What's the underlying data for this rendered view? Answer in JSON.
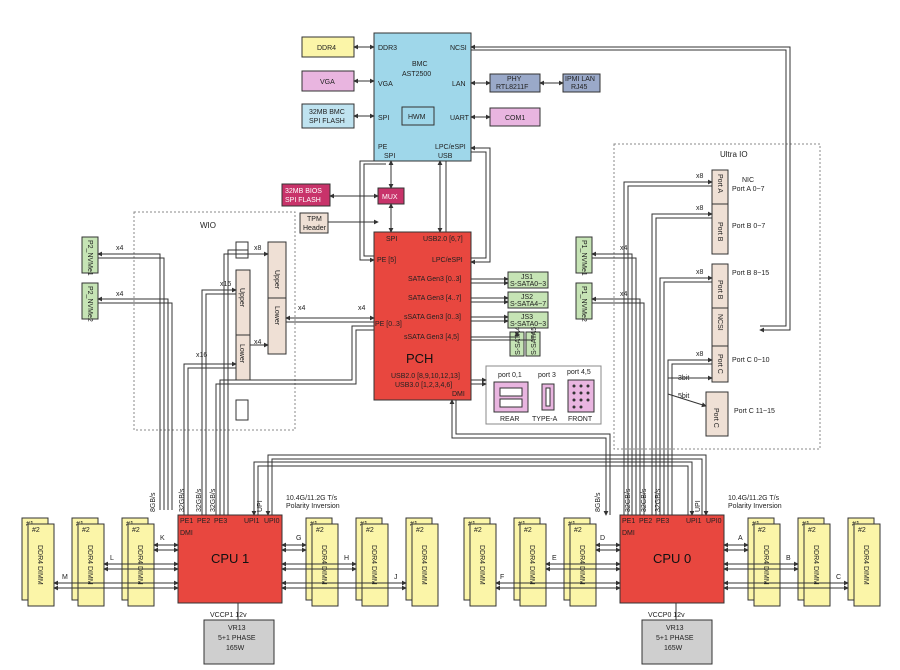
{
  "bmc": {
    "title": "BMC",
    "model": "AST2500",
    "ddr3": "DDR3",
    "vga": "VGA",
    "spi": "SPI",
    "pe": "PE",
    "spi_bottom": "SPI",
    "usb": "USB",
    "ncsi": "NCSI",
    "lan": "LAN",
    "uart": "UART",
    "lpc": "LPC/eSPI",
    "hwm": "HWM"
  },
  "bmc_periph": {
    "ddr4": "DDR4",
    "vga": "VGA",
    "flash1": "32MB BMC",
    "flash2": "SPI FLASH",
    "phy1": "PHY",
    "phy2": "RTL8211F",
    "ipmi1": "IPMI LAN",
    "ipmi2": "RJ45",
    "com1": "COM1"
  },
  "bios": {
    "l1": "32MB BIOS",
    "l2": "SPI FLASH",
    "mux": "MUX",
    "tpm1": "TPM",
    "tpm2": "Header"
  },
  "pch": {
    "title": "PCH",
    "spi": "SPI",
    "pe5": "PE [5]",
    "pe03": "PE [0..3]",
    "usb20": "USB2.0 [6,7]",
    "lpc": "LPC/eSPI",
    "sata1": "SATA Gen3 [0..3]",
    "sata2": "SATA Gen3 [4..7]",
    "ssata1": "sSATA Gen3 [0..3]",
    "ssata2": "sSATA Gen3 [4,5]",
    "usb20b": "USB2.0 [8,9,10,12,13]",
    "usb30": "USB3.0 [1,2,3,4,6]",
    "dmi": "DMI"
  },
  "js": {
    "js1": "JS1",
    "js1s": "S-SATA0~3",
    "js2": "JS2",
    "js2s": "S-SATA4~7",
    "js3": "JS3",
    "js3s": "S-SATA0~3",
    "s4": "S-SATA4",
    "s5": "S-SATA5"
  },
  "usb_ports": {
    "p01": "port 0,1",
    "p3": "port 3",
    "p45": "port 4,5",
    "rear": "REAR",
    "typea": "TYPE-A",
    "front": "FRONT"
  },
  "wio": {
    "title": "WIO",
    "upper": "Upper",
    "lower": "Lower",
    "x16a": "x16",
    "x16b": "x16",
    "x8": "x8",
    "x4a": "x4",
    "x4b": "x4",
    "x4c": "x4"
  },
  "nvme_left": {
    "p2n1": "P2_NVMe1",
    "p2n2": "P2_NVMe2",
    "x4a": "x4",
    "x4b": "x4"
  },
  "nvme_right": {
    "p1n1": "P1_NVMe1",
    "p1n2": "P1_NVMe2",
    "x4a": "x4",
    "x4b": "x4"
  },
  "ultra": {
    "title": "Ultra IO",
    "nic": "NIC",
    "porta": "Port A",
    "portb": "Port B",
    "portb2": "Port B",
    "ncsi": "NCSI",
    "portc": "Port C",
    "portc2": "Port C",
    "porta_r": "Port A 0~7",
    "portb_r": "Port B 0~7",
    "portb2_r": "Port B 8~15",
    "portc_r": "Port C 0~10",
    "portc2_r": "Port C 11~15",
    "x8a": "x8",
    "x8b": "x8",
    "x8c": "x8",
    "x8d": "x8",
    "b3": "3bit",
    "b5": "5bit"
  },
  "cpu1": {
    "title": "CPU 1",
    "pe1": "PE1",
    "pe2": "PE2",
    "pe3": "PE3",
    "upi1": "UPI1",
    "upi0": "UPI0",
    "dmi": "DMI",
    "g8": "8GB/s",
    "g32a": "32GB/s",
    "g32b": "32GB/s",
    "g32c": "32GB/s",
    "upi_label": "UPI",
    "speed": "10.4G/11.2G T/s",
    "polarity": "Polarity Inversion",
    "ch_k": "K",
    "ch_l": "L",
    "ch_m": "M",
    "ch_g": "G",
    "ch_h": "H",
    "ch_j": "J",
    "vr1": "VCCP1  12v",
    "vr2": "VR13",
    "vr3": "5+1 PHASE",
    "vr4": "165W"
  },
  "cpu0": {
    "title": "CPU 0",
    "pe1": "PE1",
    "pe2": "PE2",
    "pe3": "PE3",
    "upi1": "UPI1",
    "upi0": "UPI0",
    "dmi": "DMI",
    "g8": "8GB/s",
    "g32a": "32GB/s",
    "g32b": "32GB/s",
    "g32c": "32GB/s",
    "upi_label": "UPI",
    "speed": "10.4G/11.2G T/s",
    "polarity": "Polarity Inversion",
    "ch_d": "D",
    "ch_e": "E",
    "ch_f": "F",
    "ch_a": "A",
    "ch_b": "B",
    "ch_c": "C",
    "vr1": "VCCP0  12v",
    "vr2": "VR13",
    "vr3": "5+1 PHASE",
    "vr4": "165W"
  },
  "dimm": {
    "n1": "#1",
    "n2": "#2",
    "label": "DDR4 DIMM"
  },
  "colors": {
    "bmc": "#9fd7ea",
    "pch": "#e8473f",
    "cpu": "#e8473f",
    "dimm": "#fbf5a8",
    "nvme": "#c6e4b5",
    "slot": "#efe0d5",
    "purple": "#e9b5e0",
    "lan": "#9aa9c9",
    "flash": "#bfe3f0",
    "mux": "#c8336a",
    "vr": "#cfcfcf"
  }
}
